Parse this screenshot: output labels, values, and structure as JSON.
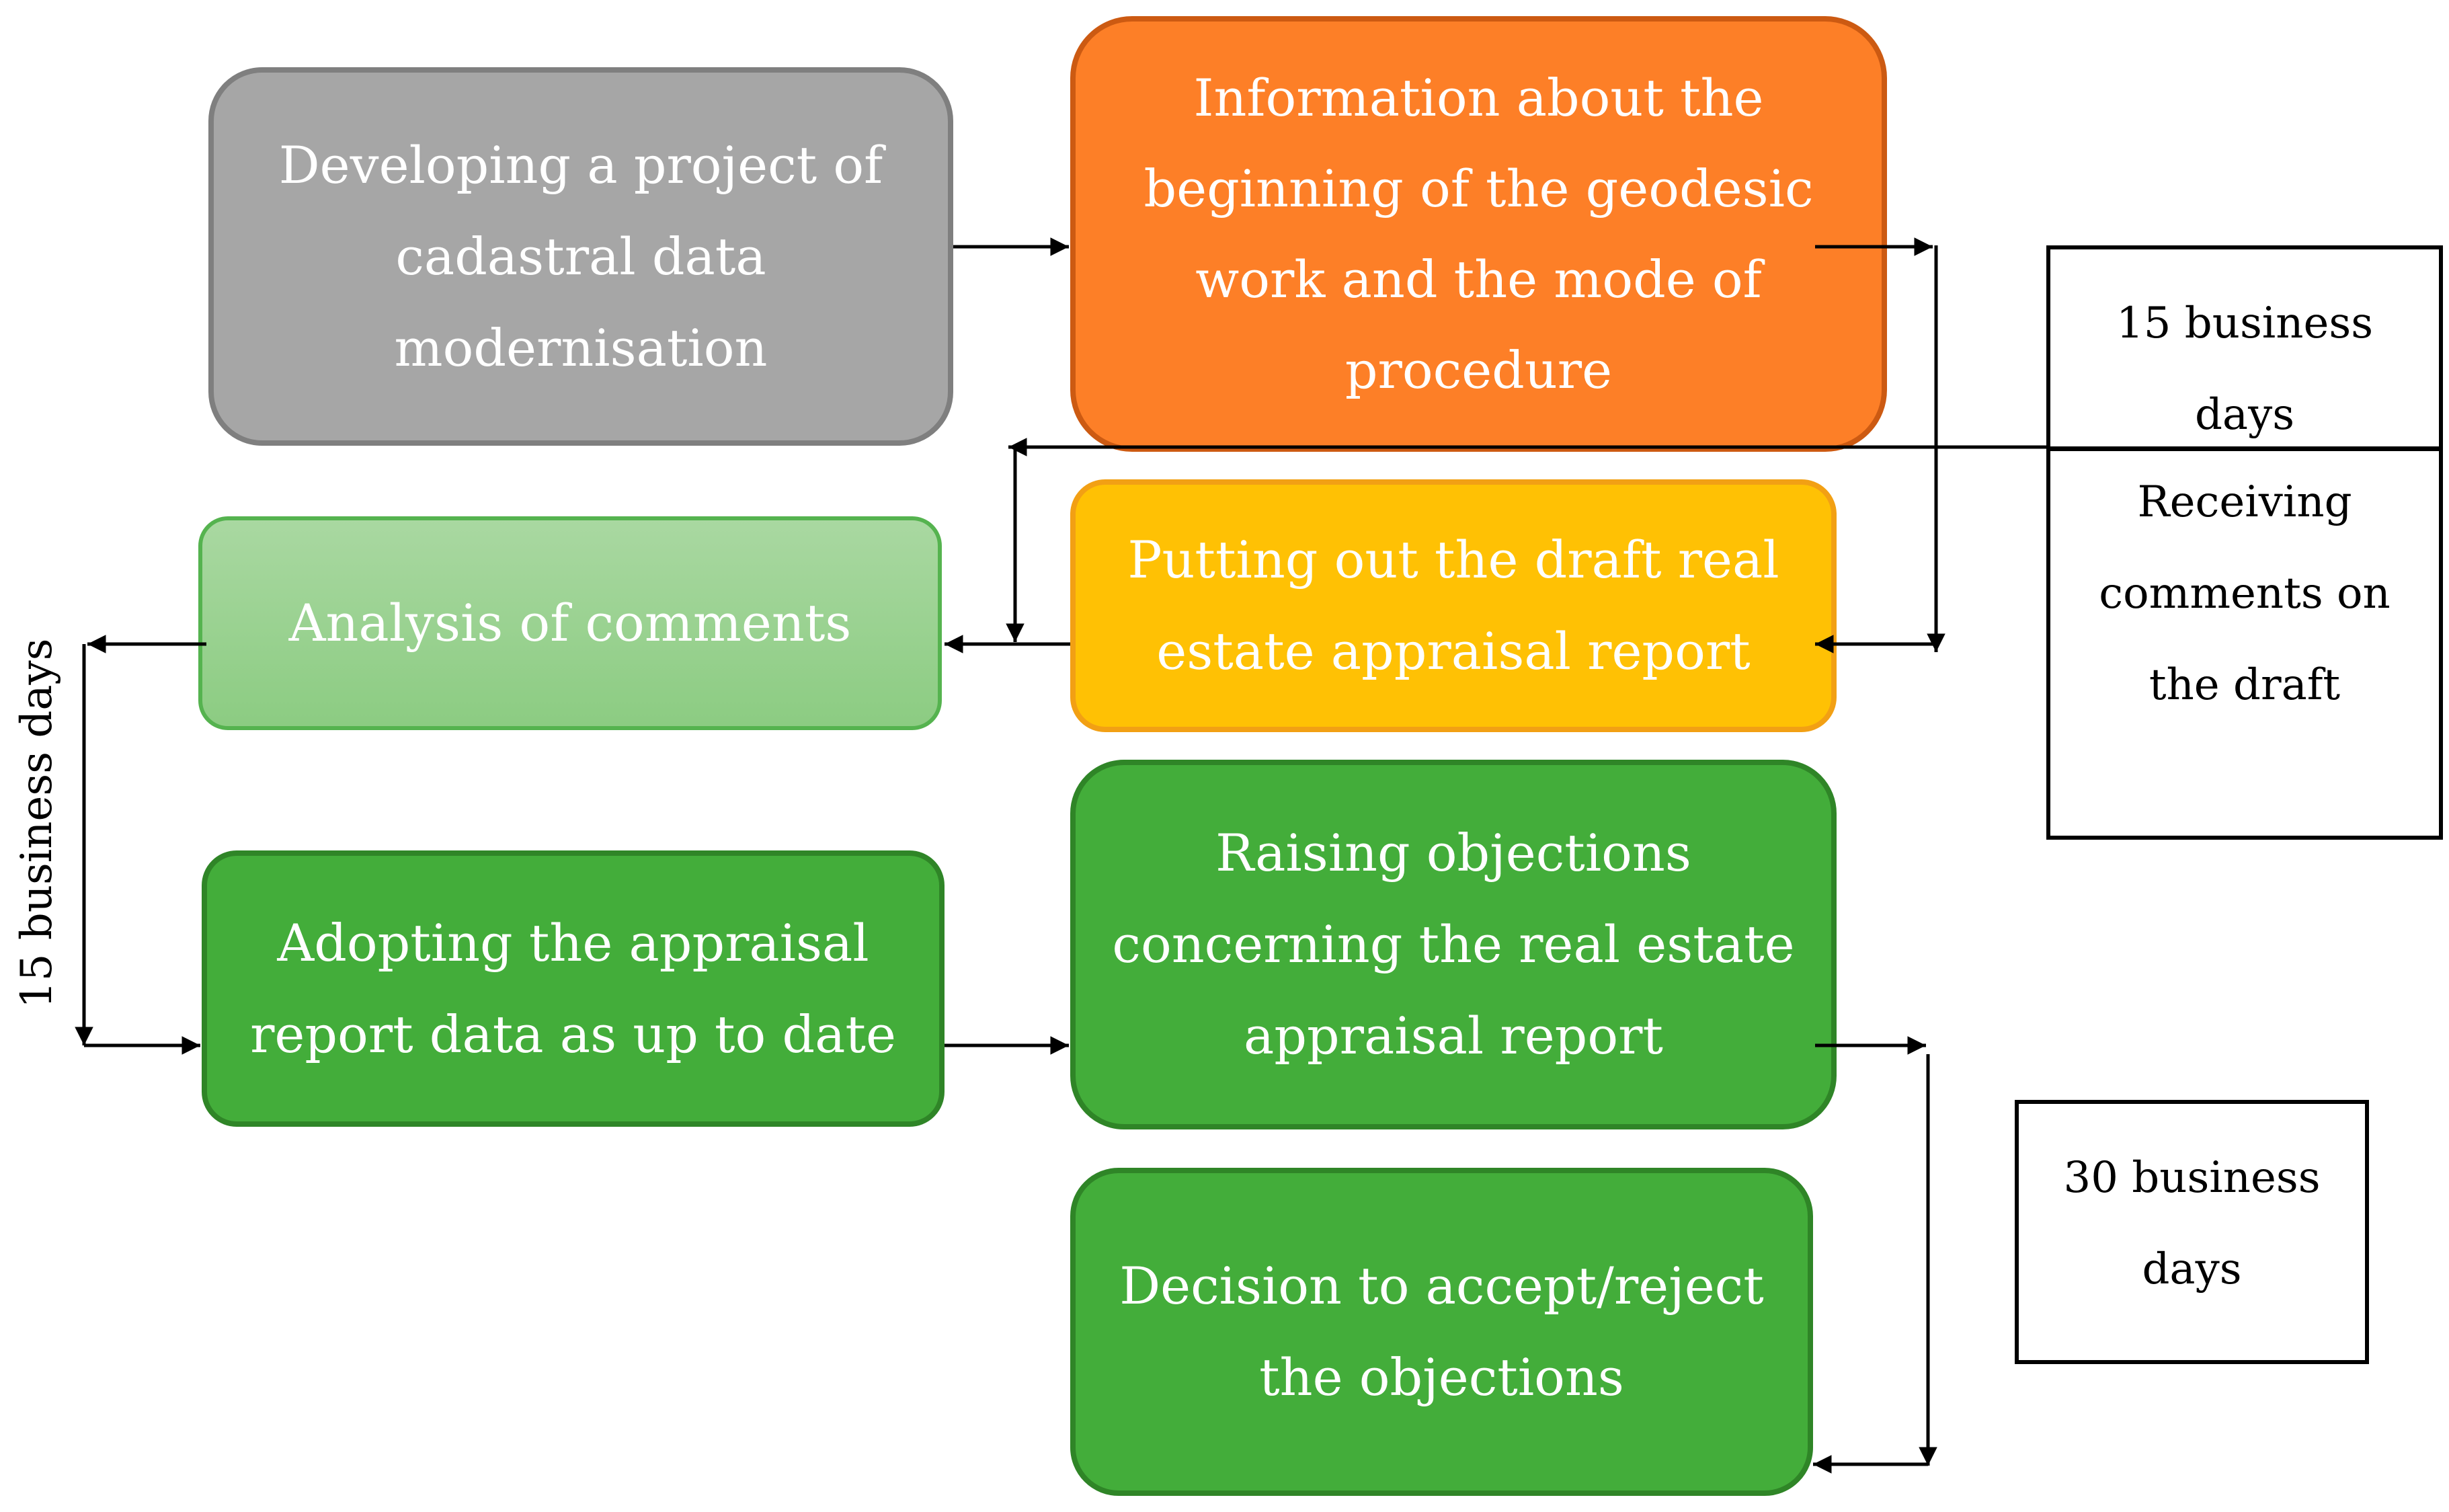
{
  "nodes": {
    "develop": [
      "Developing a project of",
      "cadastral data",
      "modernisation"
    ],
    "info": [
      "Information about the",
      "beginning of the geodesic",
      "work and the mode of",
      "procedure"
    ],
    "analysis": [
      "Analysis of comments"
    ],
    "draft": [
      "Putting out the draft real",
      "estate appraisal report"
    ],
    "adopt": [
      "Adopting the appraisal",
      "report data as up to date"
    ],
    "objections": [
      "Raising objections",
      "concerning the real estate",
      "appraisal report"
    ],
    "decision": [
      "Decision to accept/reject",
      "the objections"
    ]
  },
  "boxes": {
    "fifteen": [
      "15 business",
      "days"
    ],
    "receiving": [
      "Receiving",
      "comments on",
      "the draft"
    ],
    "thirty": [
      "30 business",
      "days"
    ]
  },
  "vertical_label": "15 business days",
  "colors": {
    "gray": "#a6a6a6",
    "orange": "#fd7f27",
    "light_green": "#a9d8a1",
    "yellow": "#ffc104",
    "green": "#43ad3a"
  }
}
